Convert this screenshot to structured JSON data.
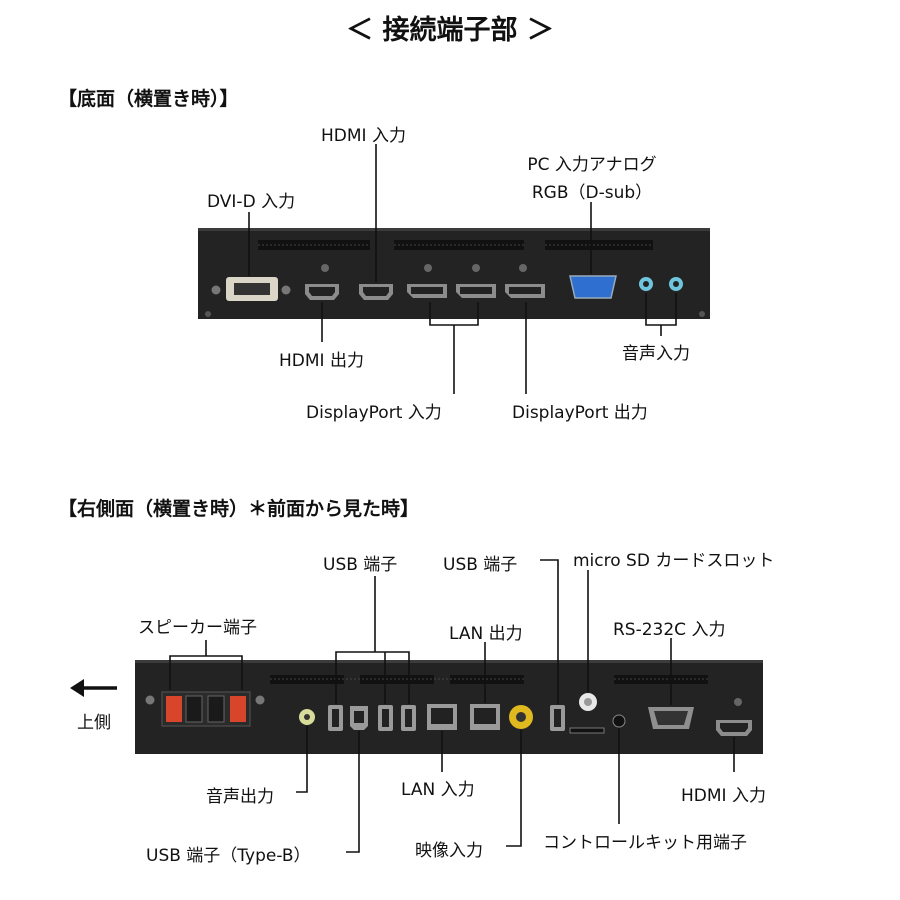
{
  "title": "＜ 接続端子部 ＞",
  "bottom_section": {
    "heading": "【底面（横置き時）】",
    "labels": {
      "hdmi_in": "HDMI 入力",
      "pc_in_line1": "PC 入力アナログ",
      "pc_in_line2": "RGB（D-sub）",
      "dvi_in": "DVI-D 入力",
      "hdmi_out": "HDMI 出力",
      "audio_in": "音声入力",
      "dp_in": "DisplayPort 入力",
      "dp_out": "DisplayPort 出力"
    }
  },
  "side_section": {
    "heading": "【右側面（横置き時）＊前面から見た時】",
    "labels": {
      "usb_a": "USB 端子",
      "usb_b": "USB 端子",
      "microsd": "micro SD カードスロット",
      "speaker": "スピーカー端子",
      "lan_out": "LAN 出力",
      "rs232c": "RS-232C 入力",
      "up_side": "上側",
      "audio_out": "音声出力",
      "lan_in": "LAN 入力",
      "hdmi_in": "HDMI 入力",
      "usb_typeb": "USB 端子（Type-B）",
      "video_in": "映像入力",
      "control_kit": "コントロールキット用端子"
    }
  },
  "colors": {
    "panel": "#232323",
    "vga_port": "#2f6fd0",
    "audio_jack": "#6fc6dc",
    "speaker_red": "#d7462a",
    "video_jack": "#e0b820",
    "audio_out_jack": "#d8dc9a"
  }
}
